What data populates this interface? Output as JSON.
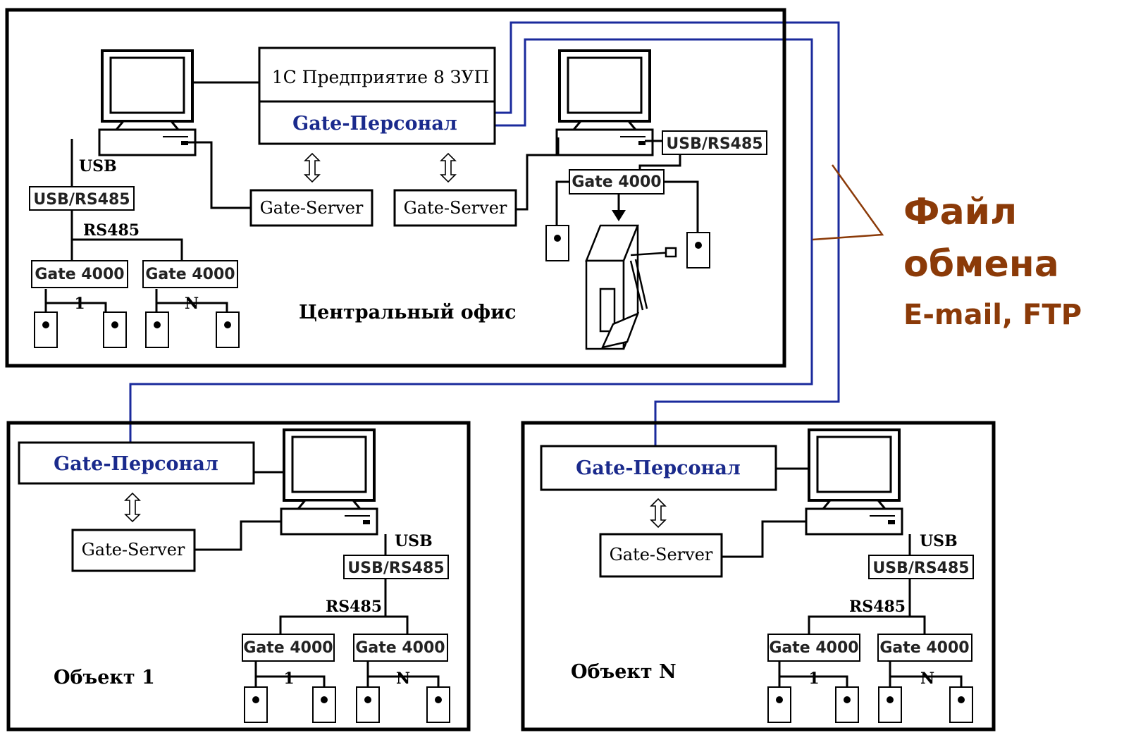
{
  "central": {
    "app_1c": "1С Предприятие 8 ЗУП",
    "gate_personal": "Gate-Персонал",
    "gate_server_left": "Gate-Server",
    "gate_server_right": "Gate-Server",
    "usb": "USB",
    "usb_rs485_left": "USB/RS485",
    "usb_rs485_right": "USB/RS485",
    "rs485": "RS485",
    "gate_a": "Gate 4000",
    "gate_b": "Gate 4000",
    "gate_turnstile": "Gate 4000",
    "num_1": "1",
    "num_n": "N",
    "caption": "Центральный офис"
  },
  "object1": {
    "gate_personal": "Gate-Персонал",
    "gate_server": "Gate-Server",
    "usb": "USB",
    "usb_rs485": "USB/RS485",
    "rs485": "RS485",
    "gate_a": "Gate 4000",
    "gate_b": "Gate 4000",
    "num_1": "1",
    "num_n": "N",
    "caption": "Объект 1"
  },
  "objectN": {
    "gate_personal": "Gate-Персонал",
    "gate_server": "Gate-Server",
    "usb": "USB",
    "usb_rs485": "USB/RS485",
    "rs485": "RS485",
    "gate_a": "Gate 4000",
    "gate_b": "Gate 4000",
    "num_1": "1",
    "num_n": "N",
    "caption": "Объект N"
  },
  "exchange_note": {
    "line1": "Файл",
    "line2": "обмена",
    "line3": "E-mail, FTP"
  },
  "colors": {
    "link_line": "#1a2a9c",
    "note_text": "#8b3a08",
    "frame": "#000000"
  }
}
